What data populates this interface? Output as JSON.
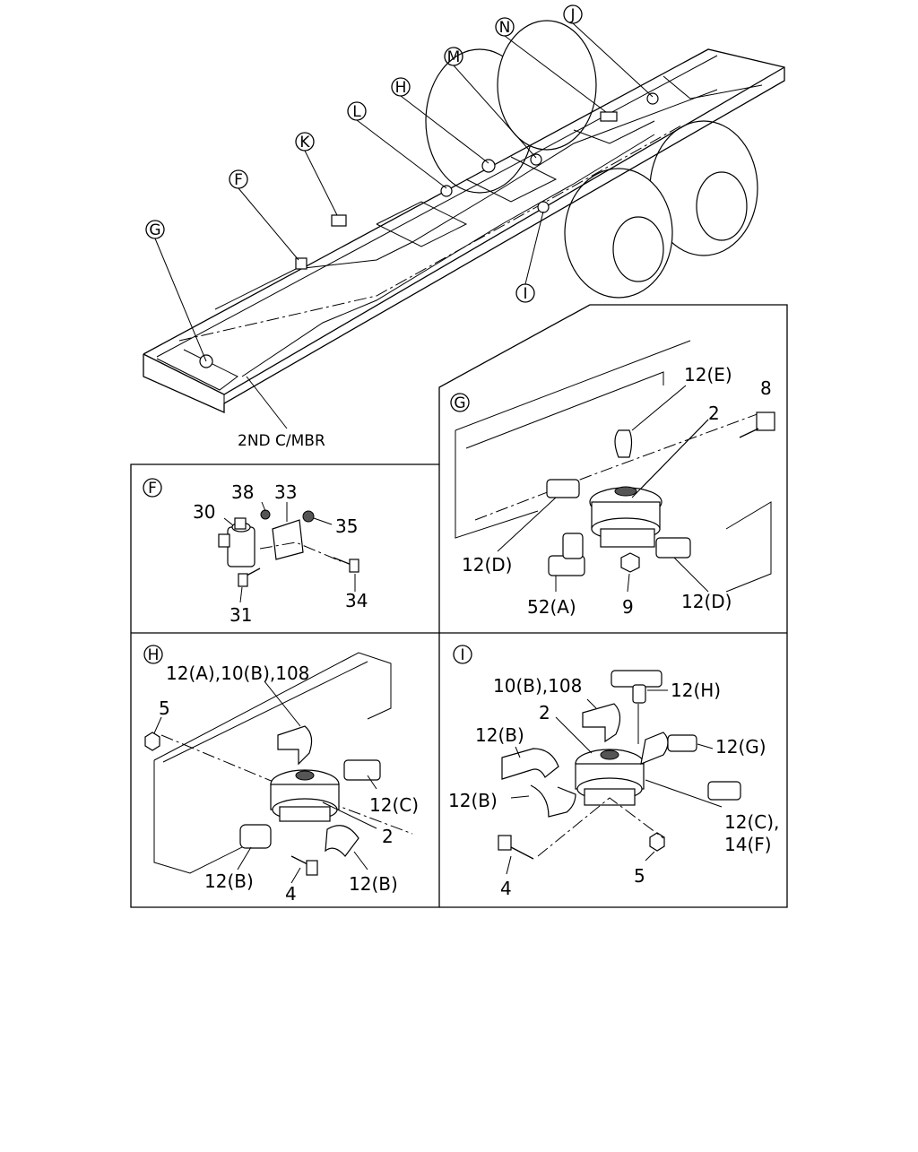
{
  "overview": {
    "callouts": [
      "G",
      "F",
      "K",
      "L",
      "H",
      "M",
      "N",
      "J",
      "I"
    ],
    "member_label": "2ND C/MBR"
  },
  "panels": {
    "F": {
      "tag": "F",
      "labels": [
        "38",
        "33",
        "30",
        "35",
        "34",
        "31"
      ]
    },
    "G": {
      "tag": "G",
      "labels": [
        "12(E)",
        "8",
        "2",
        "12(D)",
        "52(A)",
        "9",
        "12(D)"
      ]
    },
    "H": {
      "tag": "H",
      "labels": [
        "12(A),10(B),108",
        "5",
        "12(C)",
        "2",
        "12(B)",
        "4",
        "12(B)"
      ]
    },
    "I": {
      "tag": "I",
      "labels": [
        "10(B),108",
        "12(H)",
        "2",
        "12(B)",
        "12(G)",
        "12(B)",
        "12(C),",
        "14(F)",
        "4",
        "5"
      ]
    }
  }
}
